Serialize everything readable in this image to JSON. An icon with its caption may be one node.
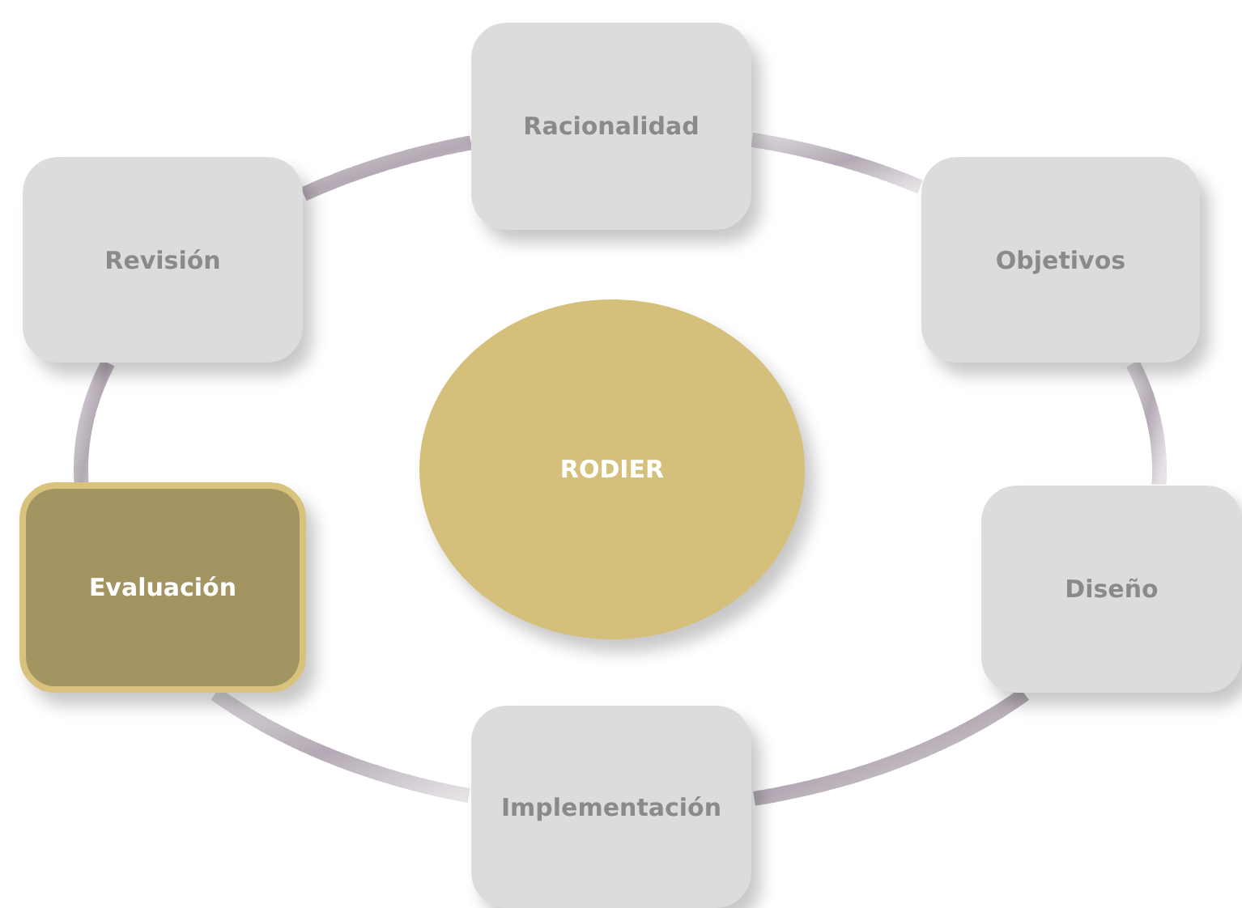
{
  "diagram": {
    "nodes": [
      {
        "text": [
          "RODIER"
        ]
      },
      {
        "text": [
          "Racionalidad"
        ]
      },
      {
        "text": [
          "Objetivos"
        ]
      },
      {
        "text": [
          "Diseño"
        ]
      },
      {
        "text": [
          "Implementación"
        ]
      },
      {
        "text": [
          "Evaluación"
        ]
      },
      {
        "text": [
          "Revisión"
        ]
      }
    ],
    "edges": [
      {
        "from": 1,
        "to": 2,
        "arrow": "none"
      },
      {
        "from": 2,
        "to": 3,
        "arrow": "none"
      },
      {
        "from": 3,
        "to": 4,
        "arrow": "none"
      },
      {
        "from": 4,
        "to": 5,
        "arrow": "none"
      },
      {
        "from": 5,
        "to": 6,
        "arrow": "none"
      },
      {
        "from": 6,
        "to": 1,
        "arrow": "none"
      }
    ]
  }
}
